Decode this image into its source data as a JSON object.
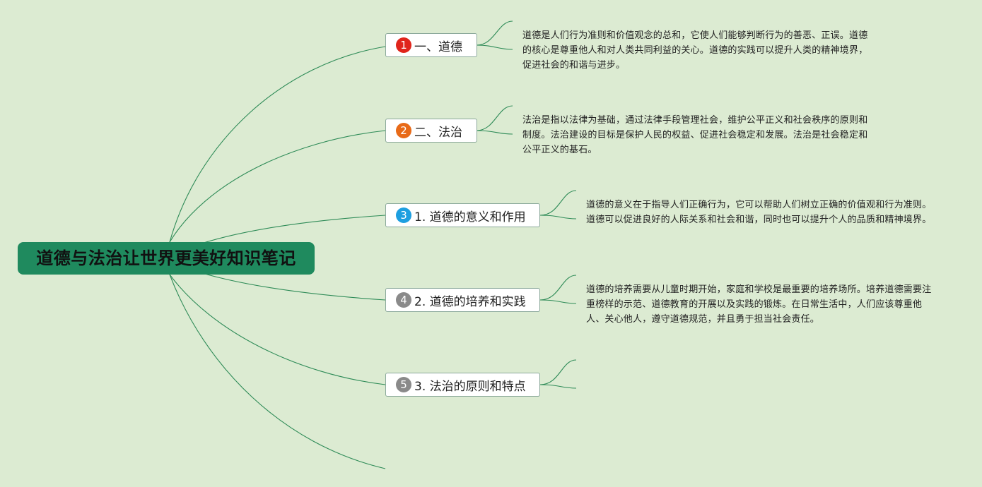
{
  "root": {
    "title": "道德与法治让世界更美好知识笔记"
  },
  "branches": [
    {
      "number": "1",
      "label": "一、道德",
      "badge_color": "#e0251b",
      "description": "道德是人们行为准则和价值观念的总和，它使人们能够判断行为的善恶、正误。道德的核心是尊重他人和对人类共同利益的关心。道德的实践可以提升人类的精神境界，促进社会的和谐与进步。"
    },
    {
      "number": "2",
      "label": "二、法治",
      "badge_color": "#e86a18",
      "description": "法治是指以法律为基础，通过法律手段管理社会，维护公平正义和社会秩序的原则和制度。法治建设的目标是保护人民的权益、促进社会稳定和发展。法治是社会稳定和公平正义的基石。"
    },
    {
      "number": "3",
      "label": "1. 道德的意义和作用",
      "badge_color": "#1e9fe0",
      "description": "道德的意义在于指导人们正确行为，它可以帮助人们树立正确的价值观和行为准则。道德可以促进良好的人际关系和社会和谐，同时也可以提升个人的品质和精神境界。"
    },
    {
      "number": "4",
      "label": "2. 道德的培养和实践",
      "badge_color": "#8a8a8a",
      "description": "道德的培养需要从儿童时期开始，家庭和学校是最重要的培养场所。培养道德需要注重榜样的示范、道德教育的开展以及实践的锻炼。在日常生活中，人们应该尊重他人、关心他人，遵守道德规范，并且勇于担当社会责任。"
    },
    {
      "number": "5",
      "label": "3. 法治的原则和特点",
      "badge_color": "#8a8a8a",
      "description": ""
    }
  ]
}
